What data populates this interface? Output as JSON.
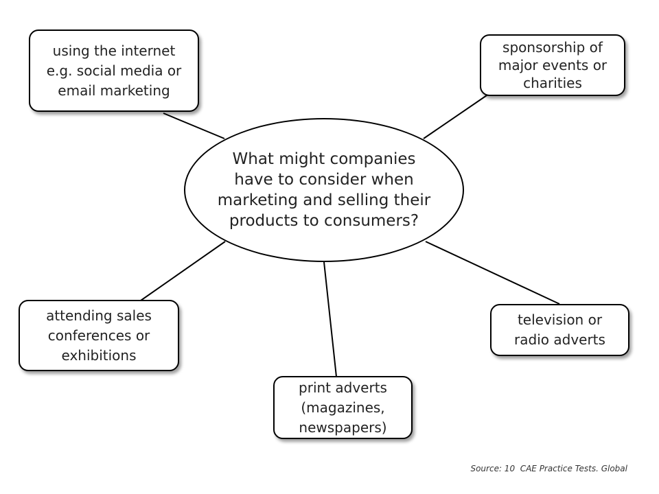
{
  "diagram": {
    "center": "What might companies have to consider when marketing and selling their products to consumers?",
    "nodes": {
      "internet": "using the internet e.g. social media or email marketing",
      "sponsorship": "sponsorship of major events or charities",
      "sales": "attending sales conferences or exhibitions",
      "print": "print adverts (magazines, newspapers)",
      "tv": "television or radio adverts"
    }
  },
  "source": "Source: 10  CAE Practice Tests. Global"
}
